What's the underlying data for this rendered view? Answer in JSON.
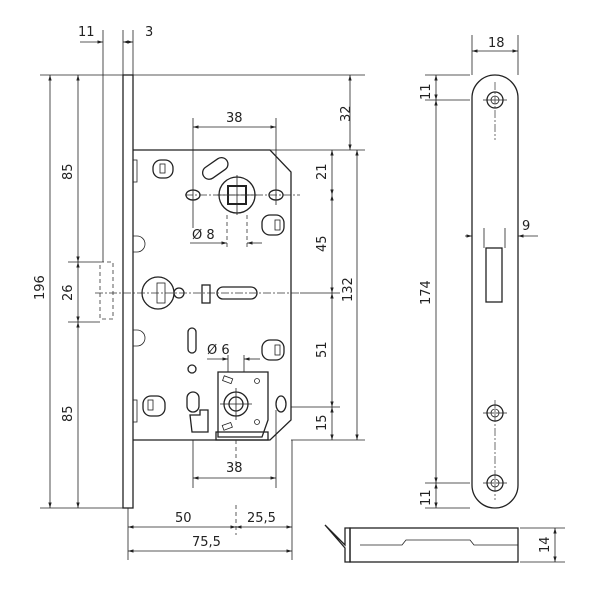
{
  "drawing": {
    "lock_front_view": {
      "dimensions": {
        "faceplate_offset": "11",
        "faceplate_thickness": "3",
        "total_height": "196",
        "upper_section": "85",
        "latch_window": "26",
        "lower_section": "85",
        "top_to_body": "32",
        "body_height": "132",
        "top_to_spindle": "21",
        "spindle_to_latch": "45",
        "latch_to_cylinder": "51",
        "cylinder_to_bottom": "15",
        "spindle_spacing_top": "38",
        "spindle_spacing_bottom": "38",
        "spindle_diameter": "Ø 8",
        "cylinder_diameter": "Ø 6",
        "backset": "50",
        "body_rest": "25,5",
        "total_depth": "75,5"
      }
    },
    "strike_plate": {
      "dimensions": {
        "width": "18",
        "top_margin": "11",
        "hole_spacing": "174",
        "bottom_margin": "11",
        "slot_width": "9"
      }
    },
    "bolt_side_view": {
      "dimensions": {
        "thickness": "14"
      }
    }
  }
}
